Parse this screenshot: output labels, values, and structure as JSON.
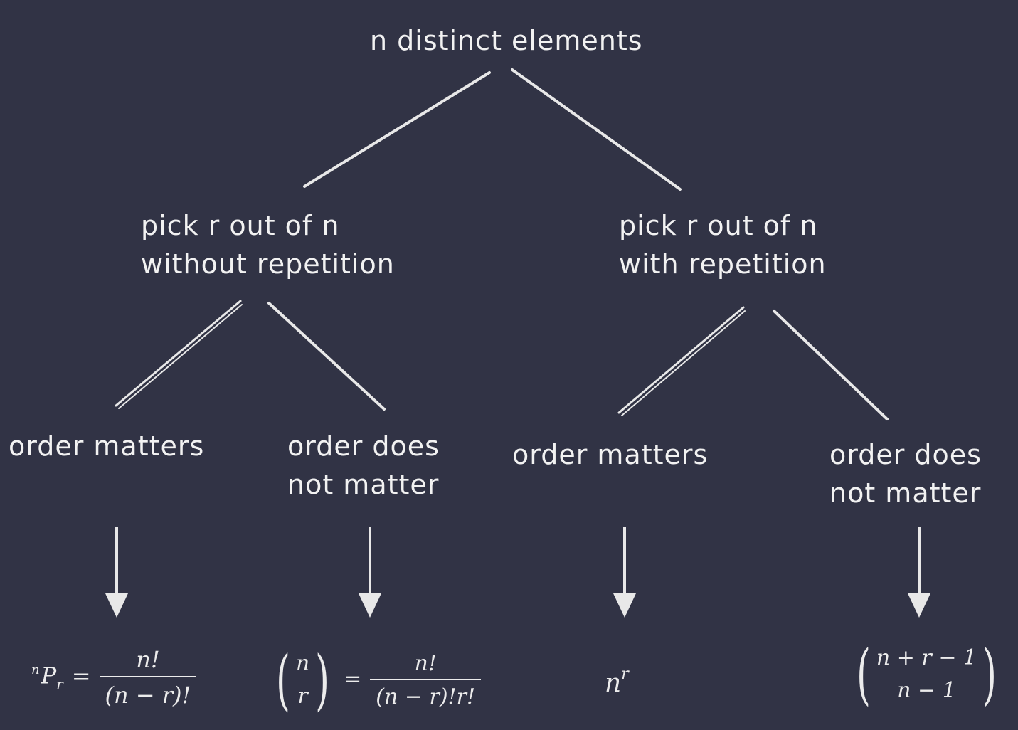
{
  "root": {
    "label": "n distinct elements"
  },
  "branches": {
    "without_repetition": {
      "label_line1": "pick r out of n",
      "label_line2": "without repetition",
      "order_matters": {
        "label": "order matters",
        "formula": {
          "lhs_super": "n",
          "lhs_main": "P",
          "lhs_sub": "r",
          "equals": "=",
          "numerator": "n!",
          "denominator": "(n − r)!"
        }
      },
      "order_not_matter": {
        "label_line1": "order does",
        "label_line2": "not matter",
        "formula": {
          "binom_top": "n",
          "binom_bottom": "r",
          "equals": "=",
          "numerator": "n!",
          "denominator": "(n − r)!r!"
        }
      }
    },
    "with_repetition": {
      "label_line1": "pick r out of n",
      "label_line2": "with repetition",
      "order_matters": {
        "label": "order matters",
        "formula": {
          "base": "n",
          "exponent": "r"
        }
      },
      "order_not_matter": {
        "label_line1": "order does",
        "label_line2": "not matter",
        "formula": {
          "binom_top": "n + r − 1",
          "binom_bottom": "n − 1"
        }
      }
    }
  },
  "colors": {
    "background": "#313345",
    "stroke": "#e8e8e8",
    "text": "#f2f2f2"
  },
  "parens": {
    "open": "(",
    "close": ")"
  }
}
